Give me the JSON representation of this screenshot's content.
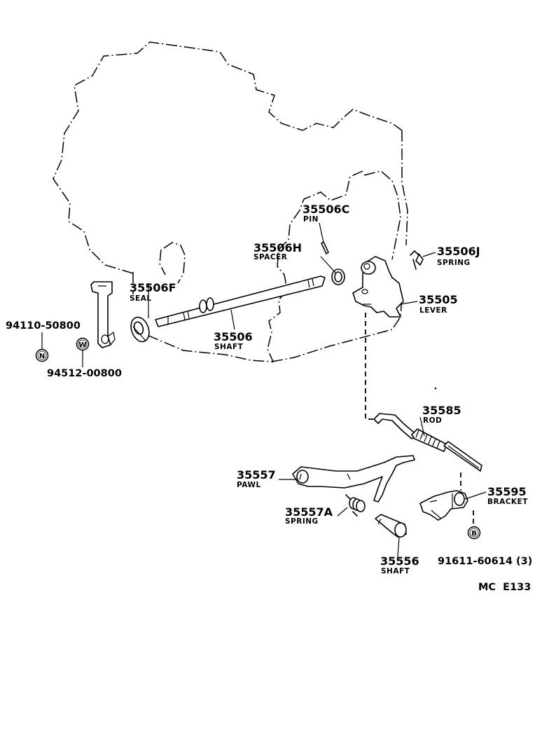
{
  "parts": [
    {
      "id": "p35506C",
      "number": "35506C",
      "name": "PIN"
    },
    {
      "id": "p35506H",
      "number": "35506H",
      "name": "SPACER"
    },
    {
      "id": "p35506J",
      "number": "35506J",
      "name": "SPRING"
    },
    {
      "id": "p35506F",
      "number": "35506F",
      "name": "SEAL"
    },
    {
      "id": "p35505",
      "number": "35505",
      "name": "LEVER"
    },
    {
      "id": "p35506",
      "number": "35506",
      "name": "SHAFT"
    },
    {
      "id": "p35585",
      "number": "35585",
      "name": "ROD"
    },
    {
      "id": "p35557",
      "number": "35557",
      "name": "PAWL"
    },
    {
      "id": "p35595",
      "number": "35595",
      "name": "BRACKET"
    },
    {
      "id": "p35557A",
      "number": "35557A",
      "name": "SPRING"
    },
    {
      "id": "p35556",
      "number": "35556",
      "name": "SHAFT"
    }
  ],
  "standard_parts": [
    {
      "id": "s94110",
      "number": "94110-50800",
      "symbol": "N"
    },
    {
      "id": "s94512",
      "number": "94512-00800",
      "symbol": "W"
    },
    {
      "id": "s91611",
      "number": "91611-60614 (3)",
      "symbol": "B"
    }
  ],
  "diagram_code": "MC  E133"
}
